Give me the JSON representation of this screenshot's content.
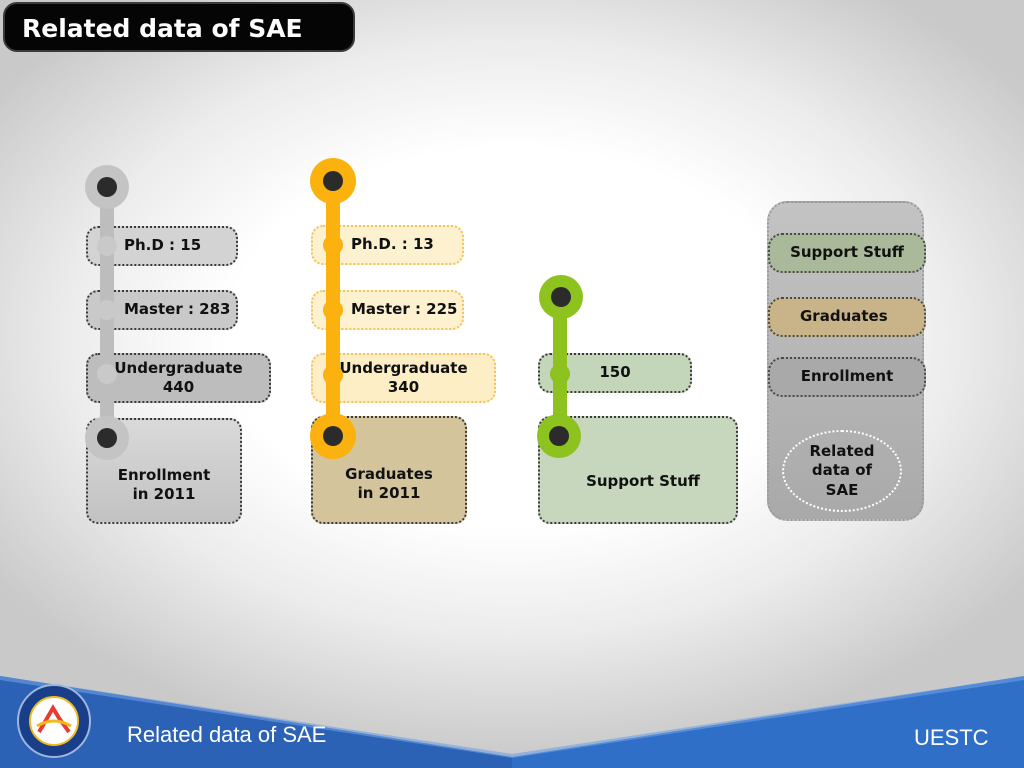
{
  "title": "Related data of SAE",
  "enrollment": {
    "phd": "Ph.D : 15",
    "master": "Master   : 283",
    "undergraduate": "Undergraduate\n440",
    "base": "Enrollment\nin 2011"
  },
  "graduates": {
    "phd": "Ph.D.   : 13",
    "master": "Master   : 225",
    "undergraduate": "Undergraduate\n340",
    "base": "Graduates\nin 2011"
  },
  "support": {
    "count": "150",
    "base": "Support Stuff"
  },
  "legend": {
    "support": "Support Stuff",
    "graduates": "Graduates",
    "enrollment": "Enrollment",
    "center": "Related\ndata of\nSAE"
  },
  "footer": {
    "left_text": "Related data of SAE",
    "right_text": "UESTC"
  },
  "colors": {
    "gray_column": "#b7b7b7",
    "orange_column": "#fbb20f",
    "green_column": "#8dc21f",
    "gray_box": "#d6d6d6",
    "orange_box": "#fdf1cf",
    "green_box": "#c6d7bd",
    "footer_blue": "#2f6fc7"
  },
  "icons": {
    "logo": "school-emblem-icon"
  }
}
